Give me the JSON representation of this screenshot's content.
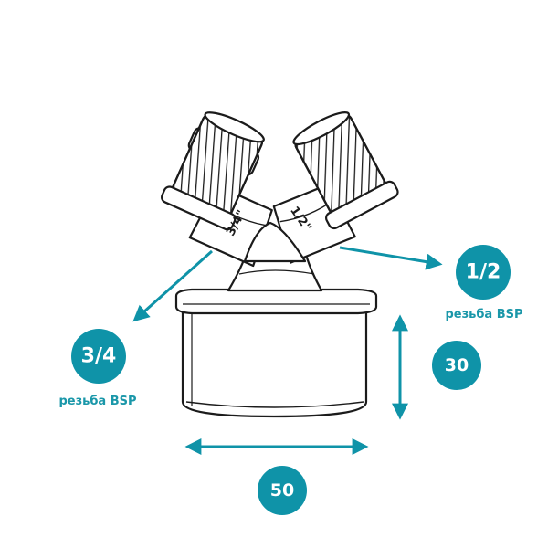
{
  "colors": {
    "accent": "#0f93a8",
    "outline": "#1b1b1b",
    "badge_text": "#ffffff",
    "caption": "#1a97a9"
  },
  "fitting": {
    "left_thread_label": "3/4\"",
    "right_thread_label": "1/2\""
  },
  "callouts": {
    "right_thread": {
      "value": "1/2",
      "caption": "резьба BSP"
    },
    "left_thread": {
      "value": "3/4",
      "caption": "резьба BSP"
    }
  },
  "dimensions": {
    "height": {
      "value": "30"
    },
    "width": {
      "value": "50"
    }
  }
}
